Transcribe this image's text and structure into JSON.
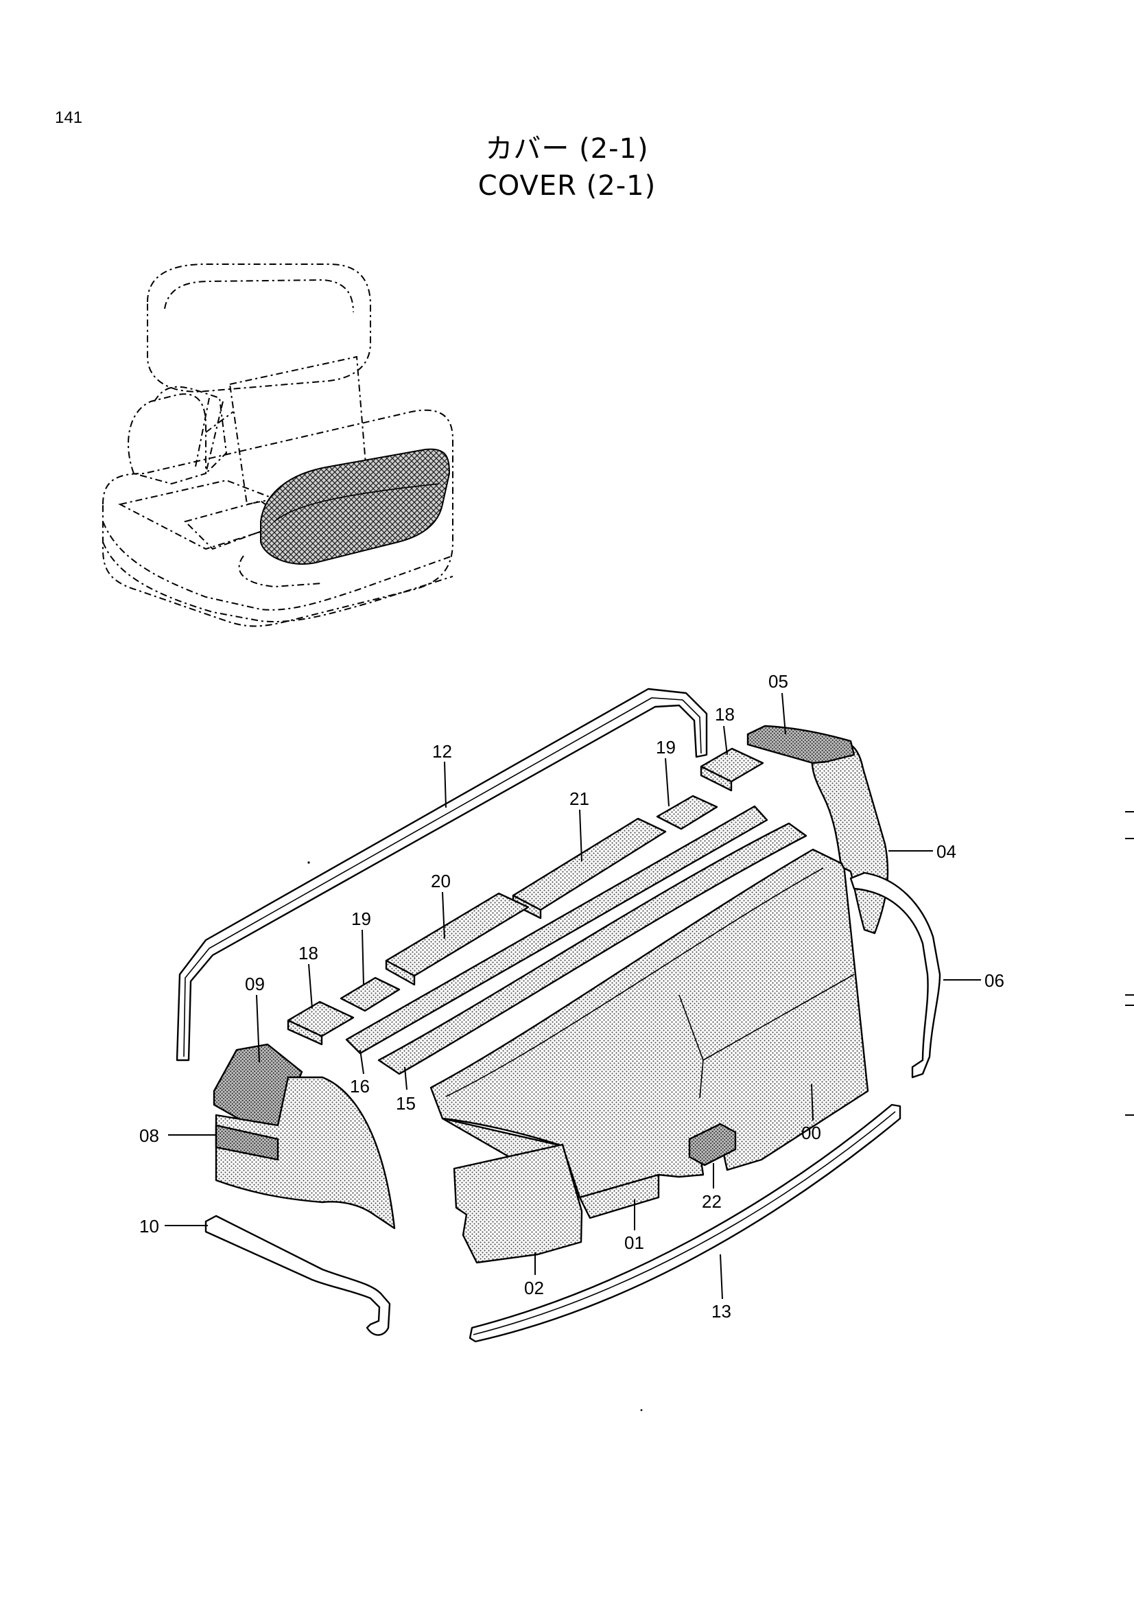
{
  "page": {
    "number": "141"
  },
  "title": {
    "jp": "カバー (2-1)",
    "en": "COVER (2-1)"
  },
  "callouts": [
    {
      "id": "c-05",
      "label": "05"
    },
    {
      "id": "c-18a",
      "label": "18"
    },
    {
      "id": "c-19a",
      "label": "19"
    },
    {
      "id": "c-12",
      "label": "12"
    },
    {
      "id": "c-21",
      "label": "21"
    },
    {
      "id": "c-04",
      "label": "04"
    },
    {
      "id": "c-20",
      "label": "20"
    },
    {
      "id": "c-19b",
      "label": "19"
    },
    {
      "id": "c-18b",
      "label": "18"
    },
    {
      "id": "c-09",
      "label": "09"
    },
    {
      "id": "c-06",
      "label": "06"
    },
    {
      "id": "c-16",
      "label": "16"
    },
    {
      "id": "c-15",
      "label": "15"
    },
    {
      "id": "c-08",
      "label": "08"
    },
    {
      "id": "c-00",
      "label": "00"
    },
    {
      "id": "c-22",
      "label": "22"
    },
    {
      "id": "c-10",
      "label": "10"
    },
    {
      "id": "c-01",
      "label": "01"
    },
    {
      "id": "c-02",
      "label": "02"
    },
    {
      "id": "c-13",
      "label": "13"
    }
  ]
}
